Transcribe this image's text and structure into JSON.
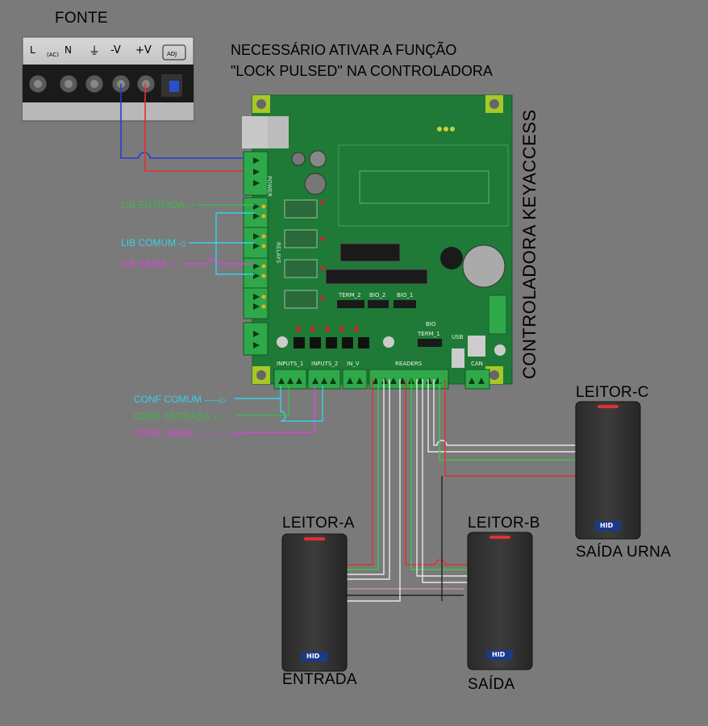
{
  "power_supply": {
    "title": "FONTE",
    "terminals": [
      "L",
      "(AC)",
      "N",
      "⏚",
      "-V",
      "+V",
      "ADJ"
    ]
  },
  "note": {
    "line1": "NECESSÁRIO ATIVAR A FUNÇÃO",
    "line2": "\"LOCK PULSED\" NA CONTROLADORA"
  },
  "controller": {
    "title": "CONTROLADORA KEYACCESS",
    "connectors": {
      "power": "POWER",
      "relays": "RELAYS",
      "inputs1": "INPUTS_1",
      "inputs2": "INPUTS_2",
      "in_v": "IN_V",
      "readers": "READERS",
      "can": "CAN",
      "term2": "TERM_2",
      "bio2": "BIO_2",
      "bio1": "BIO_1",
      "term1": "TERM_1",
      "bio": "BIO",
      "usb": "USB"
    }
  },
  "relay_labels": {
    "lib_entrada": "LIB ENTRADA",
    "lib_comum": "LIB COMUM",
    "lib_saida": "LIB SAÍDA"
  },
  "input_labels": {
    "conf_comum": "CONF COMUM",
    "conf_entrada": "CONF ENTRADA",
    "conf_saida": "CONF SAÍDA"
  },
  "readers": [
    {
      "id": "LEITOR-A",
      "caption": "ENTRADA",
      "brand": "HID"
    },
    {
      "id": "LEITOR-B",
      "caption": "SAÍDA",
      "brand": "HID"
    },
    {
      "id": "LEITOR-C",
      "caption": "SAÍDA URNA",
      "brand": "HID"
    }
  ],
  "colors": {
    "background": "#7a7a7a",
    "pcb": "#1e7a36",
    "terminal": "#2fa84a",
    "wire_red": "#e03030",
    "wire_green": "#3cc84a",
    "wire_white": "#e8e8e8",
    "wire_black": "#222222",
    "wire_blue": "#2040d0",
    "cyan": "#34d2e8",
    "green_label": "#3cb84a",
    "magenta": "#e040e0"
  }
}
